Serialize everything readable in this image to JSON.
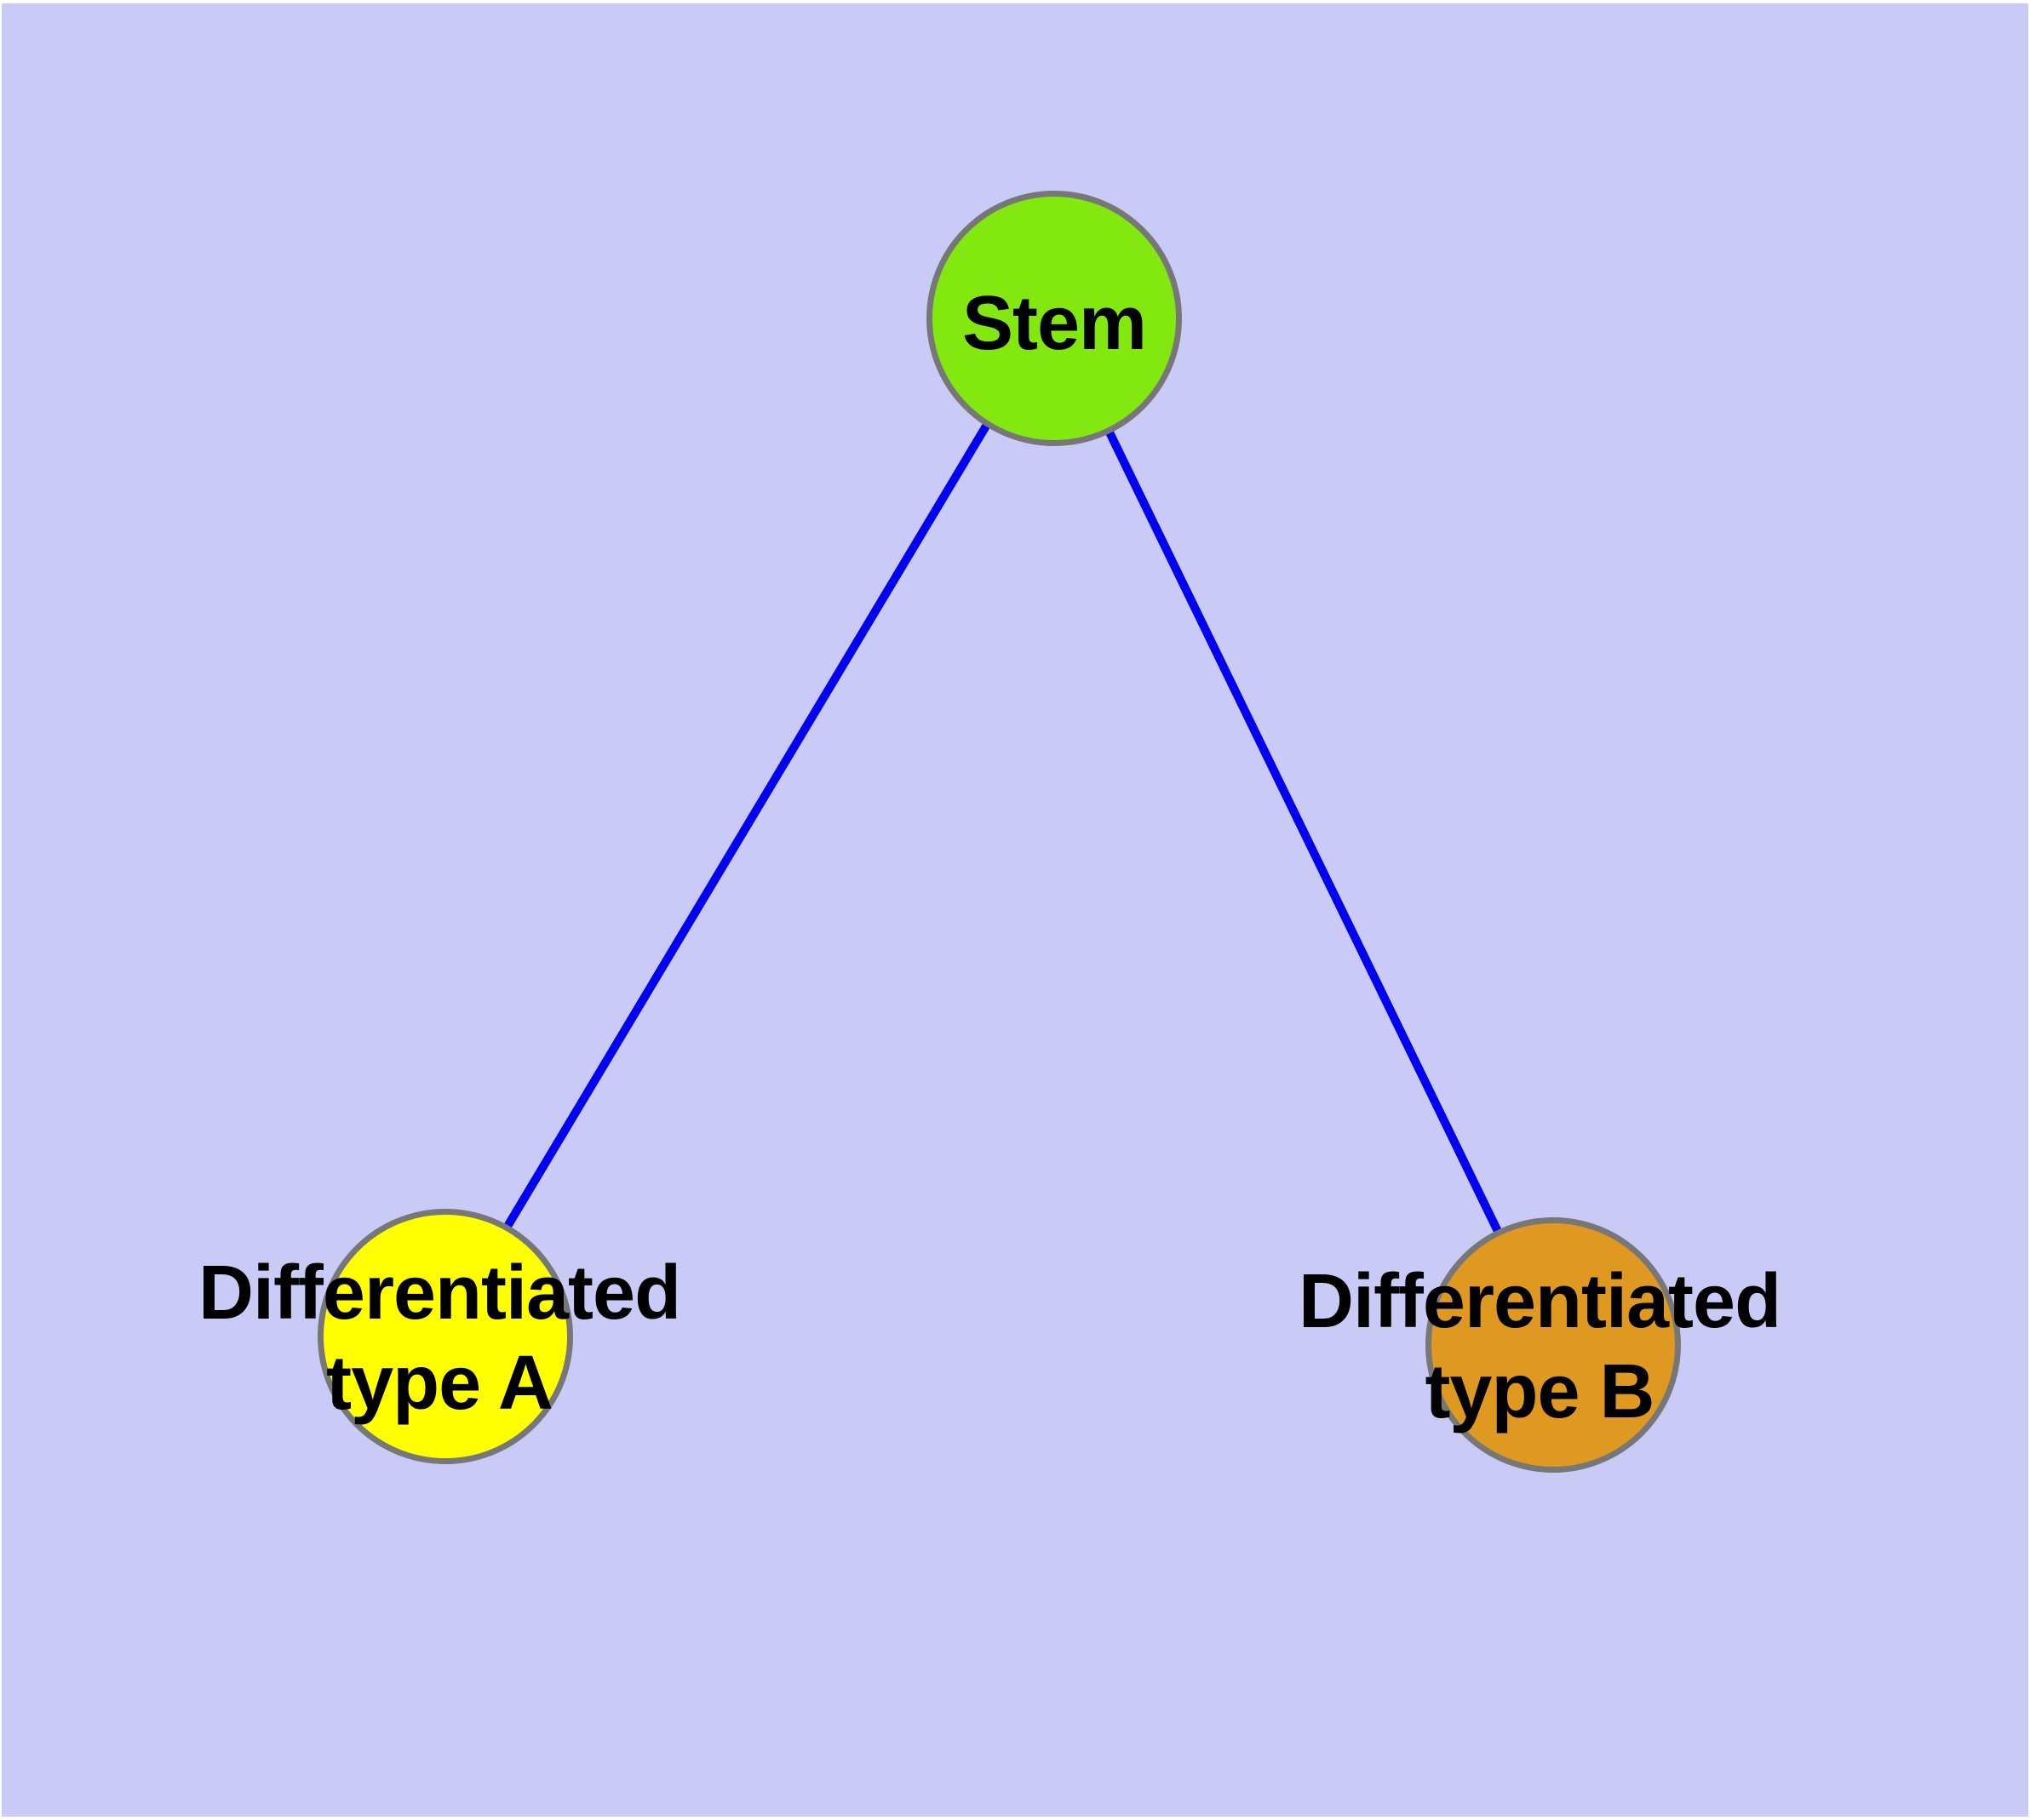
{
  "diagram": {
    "background_color": "#CACAF7",
    "frame_color": "#FFFFFF",
    "edge_color": "#0202EE",
    "edge_width": 10,
    "node_border_color": "#777777",
    "nodes": [
      {
        "id": "stem",
        "label": "Stem",
        "fill": "#82E810"
      },
      {
        "id": "type-a",
        "label": "Differentiated\ntype A",
        "fill": "#FFFF00"
      },
      {
        "id": "type-b",
        "label": "Differentiated\ntype B",
        "fill": "#E09920"
      }
    ],
    "edges": [
      {
        "from": "stem",
        "to": "type-a"
      },
      {
        "from": "stem",
        "to": "type-b"
      }
    ]
  }
}
